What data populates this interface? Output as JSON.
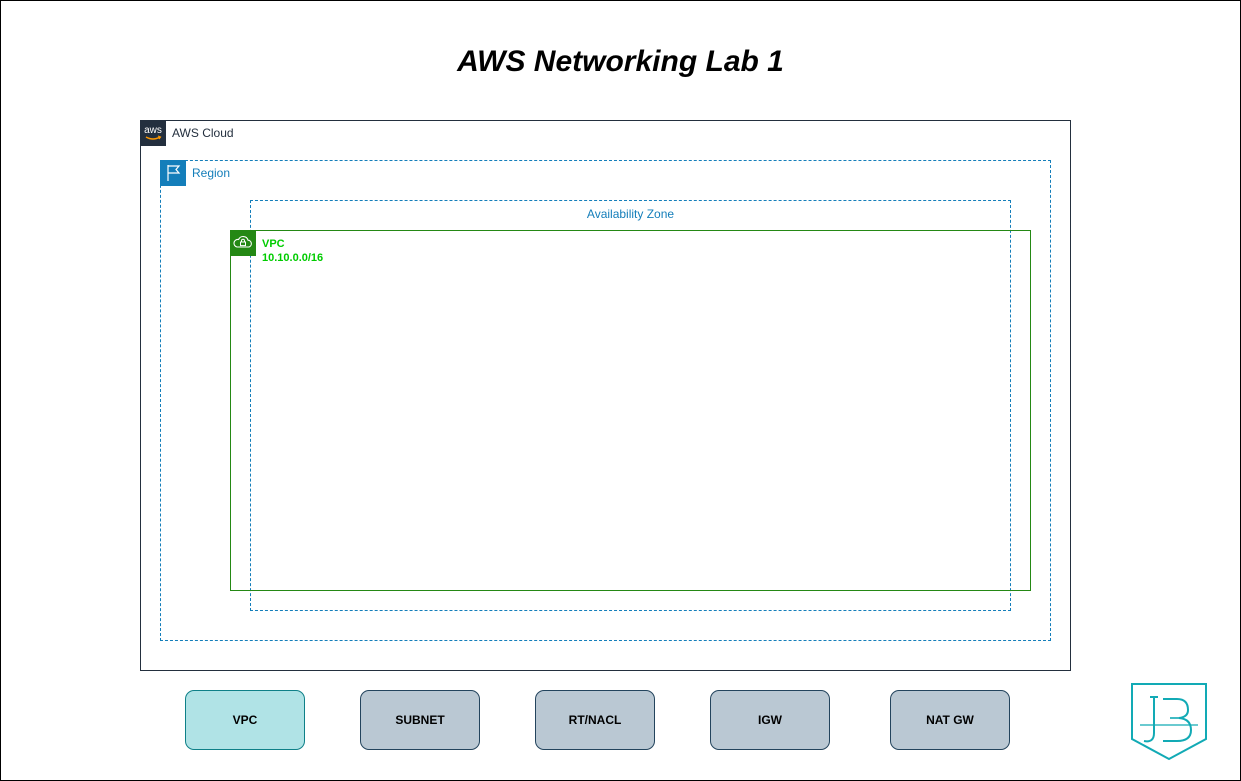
{
  "title": "AWS Networking Lab 1",
  "groups": {
    "aws_cloud": {
      "label": "AWS Cloud",
      "logo_text": "aws"
    },
    "region": {
      "label": "Region"
    },
    "availability_zone": {
      "label": "Availability Zone"
    },
    "vpc": {
      "label": "VPC",
      "cidr": "10.10.0.0/16"
    }
  },
  "nav_buttons": [
    {
      "label": "VPC",
      "state": "active"
    },
    {
      "label": "SUBNET",
      "state": "default"
    },
    {
      "label": "RT/NACL",
      "state": "default"
    },
    {
      "label": "IGW",
      "state": "default"
    },
    {
      "label": "NAT GW",
      "state": "default"
    }
  ],
  "colors": {
    "aws_cloud": "#232f3e",
    "region": "#147eba",
    "vpc_border": "#248814",
    "vpc_text": "#00cc00",
    "button_default": "#bac8d3",
    "button_active": "#b0e3e6",
    "logo": "#12aab5"
  },
  "icons": {
    "aws_cloud": "aws-logo-icon",
    "region": "flag-icon",
    "vpc": "cloud-lock-icon",
    "brand": "jb-monogram-logo"
  }
}
